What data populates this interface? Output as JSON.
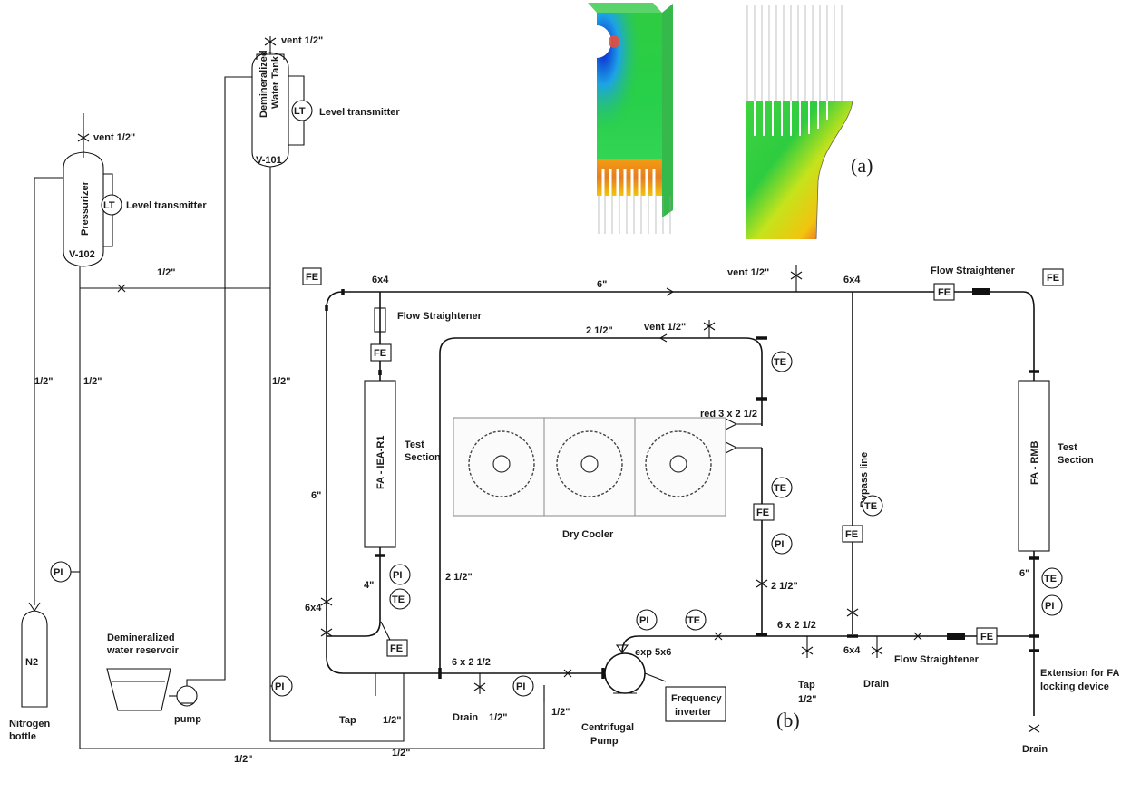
{
  "panels": {
    "top": "(a)",
    "bottom": "(b)"
  },
  "tanks": {
    "demin_tank": {
      "name_line1": "Demineralized",
      "name_line2": "Water Tank",
      "tag": "V-101",
      "vent": "vent 1/2\"",
      "transmitter": "LT",
      "transmitter_label": "Level transmitter"
    },
    "pressurizer": {
      "name": "Pressurizer",
      "tag": "V-102",
      "vent": "vent 1/2\"",
      "transmitter": "LT",
      "transmitter_label": "Level transmitter"
    },
    "n2": {
      "name": "N2",
      "label_line1": "Nitrogen",
      "label_line2": "bottle"
    },
    "reservoir": {
      "label_line1": "Demineralized",
      "label_line2": "water reservoir",
      "pump": "pump"
    }
  },
  "test_sections": {
    "left": {
      "name": "FA - IEA-R1",
      "label_line1": "Test",
      "label_line2": "Section"
    },
    "right": {
      "name": "FA - RMB",
      "label_line1": "Test",
      "label_line2": "Section"
    }
  },
  "instruments": {
    "fe": "FE",
    "te": "TE",
    "pi": "PI"
  },
  "labels": {
    "half_inch": "1/2\"",
    "six_inch": "6\"",
    "four_inch": "4\"",
    "two_half_inch": "2 1/2\"",
    "six_by_four": "6x4",
    "six_by_two_half": "6 x 2 1/2",
    "vent_half": "vent 1/2\"",
    "flow_straightener": "Flow Straightener",
    "dry_cooler": "Dry Cooler",
    "red_reducer": "red 3 x 2 1/2",
    "bypass": "Bypass line",
    "tap": "Tap",
    "drain": "Drain",
    "exp": "exp 5x6",
    "centrifugal_line1": "Centrifugal",
    "centrifugal_line2": "Pump",
    "inverter_line1": "Frequency",
    "inverter_line2": "inverter",
    "extension_line1": "Extension for FA",
    "extension_line2": "locking device"
  }
}
